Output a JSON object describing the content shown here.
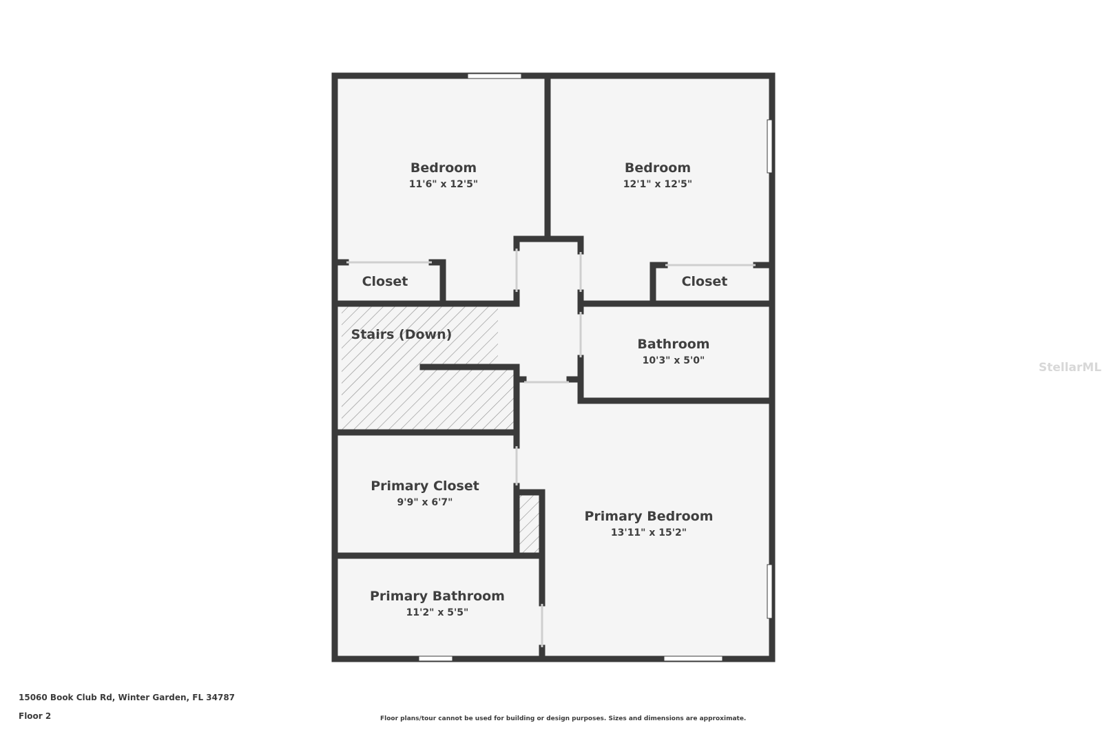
{
  "rooms": {
    "bedroom_1": {
      "name": "Bedroom",
      "dims": "11'6\" x 12'5\""
    },
    "bedroom_2": {
      "name": "Bedroom",
      "dims": "12'1\" x 12'5\""
    },
    "closet_1": {
      "name": "Closet"
    },
    "closet_2": {
      "name": "Closet"
    },
    "stairs": {
      "name": "Stairs (Down)"
    },
    "bathroom": {
      "name": "Bathroom",
      "dims": "10'3\" x 5'0\""
    },
    "primary_closet": {
      "name": "Primary Closet",
      "dims": "9'9\" x 6'7\""
    },
    "primary_bedroom": {
      "name": "Primary Bedroom",
      "dims": "13'11\" x 15'2\""
    },
    "primary_bathroom": {
      "name": "Primary Bathroom",
      "dims": "11'2\" x 5'5\""
    }
  },
  "footer": {
    "address": "15060 Book Club Rd, Winter Garden, FL 34787",
    "floor": "Floor 2",
    "disclaimer": "Floor plans/tour cannot be used for building or design purposes. Sizes and dimensions are approximate."
  },
  "watermark": "StellarMLS",
  "colors": {
    "wall": "#3a3a3a",
    "floor": "#f5f5f5",
    "hatch": "#888888"
  }
}
